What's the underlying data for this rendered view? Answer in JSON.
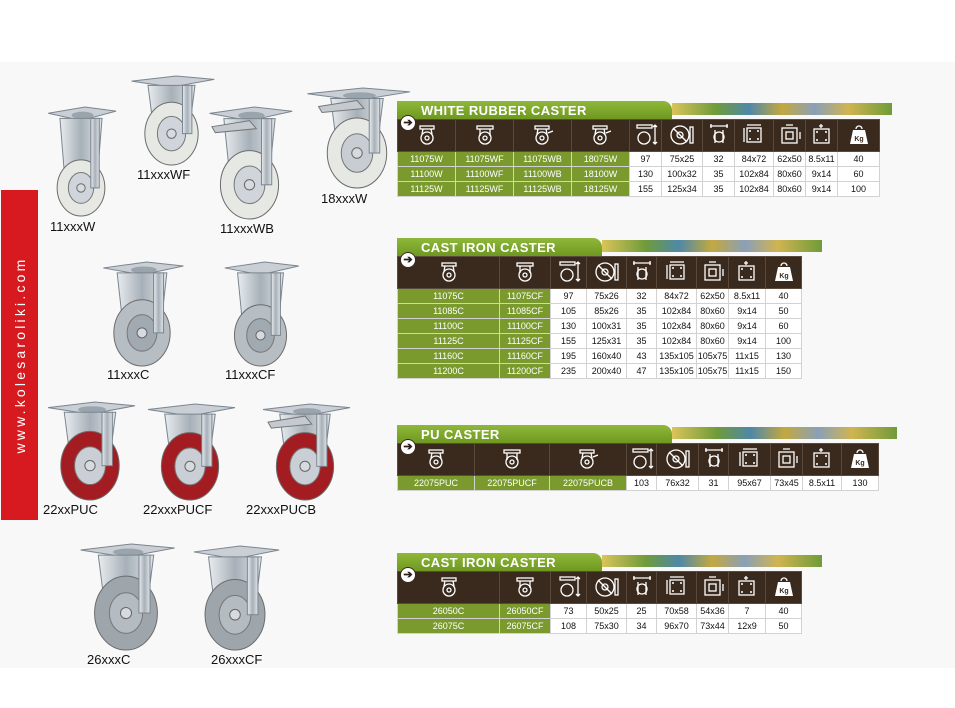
{
  "website": "www.kolesaroliki.com",
  "colors": {
    "accent_red": "#d71a20",
    "header_brown": "#3a2a1e",
    "model_green": "#7a9a2e",
    "title_green": "#8fb83a"
  },
  "products": [
    {
      "label": "11xxxW"
    },
    {
      "label": "11xxxWF"
    },
    {
      "label": "11xxxWB"
    },
    {
      "label": "18xxxW"
    },
    {
      "label": "11xxxC"
    },
    {
      "label": "11xxxCF"
    },
    {
      "label": "22xxPUC"
    },
    {
      "label": "22xxxPUCF"
    },
    {
      "label": "22xxxPUCB"
    },
    {
      "label": "26xxxC"
    },
    {
      "label": "26xxxCF"
    }
  ],
  "header_icons": [
    "swivel-caster-icon",
    "fixed-caster-icon",
    "brake-caster-icon",
    "wheel-diameter-icon",
    "wheel-width-icon",
    "height-icon",
    "plate-size-icon",
    "hole-spacing-icon",
    "bolt-hole-icon",
    "load-capacity-icon"
  ],
  "load_unit": "Kg",
  "tables": [
    {
      "title": "WHITE RUBBER CASTER",
      "model_cols": 4,
      "rows": [
        [
          "11075W",
          "11075WF",
          "11075WB",
          "18075W",
          "97",
          "75x25",
          "32",
          "84x72",
          "62x50",
          "8.5x11",
          "40"
        ],
        [
          "11100W",
          "11100WF",
          "11100WB",
          "18100W",
          "130",
          "100x32",
          "35",
          "102x84",
          "80x60",
          "9x14",
          "60"
        ],
        [
          "11125W",
          "11125WF",
          "11125WB",
          "18125W",
          "155",
          "125x34",
          "35",
          "102x84",
          "80x60",
          "9x14",
          "100"
        ]
      ]
    },
    {
      "title": "CAST IRON CASTER",
      "model_cols": 2,
      "rows": [
        [
          "11075C",
          "11075CF",
          "97",
          "75x26",
          "32",
          "84x72",
          "62x50",
          "8.5x11",
          "40"
        ],
        [
          "11085C",
          "11085CF",
          "105",
          "85x26",
          "35",
          "102x84",
          "80x60",
          "9x14",
          "50"
        ],
        [
          "11100C",
          "11100CF",
          "130",
          "100x31",
          "35",
          "102x84",
          "80x60",
          "9x14",
          "60"
        ],
        [
          "11125C",
          "11125CF",
          "155",
          "125x31",
          "35",
          "102x84",
          "80x60",
          "9x14",
          "100"
        ],
        [
          "11160C",
          "11160CF",
          "195",
          "160x40",
          "43",
          "135x105",
          "105x75",
          "11x15",
          "130"
        ],
        [
          "11200C",
          "11200CF",
          "235",
          "200x40",
          "47",
          "135x105",
          "105x75",
          "11x15",
          "150"
        ]
      ]
    },
    {
      "title": "PU CASTER",
      "model_cols": 3,
      "rows": [
        [
          "22075PUC",
          "22075PUCF",
          "22075PUCB",
          "103",
          "76x32",
          "31",
          "95x67",
          "73x45",
          "8.5x11",
          "130"
        ]
      ]
    },
    {
      "title": "CAST IRON CASTER",
      "model_cols": 2,
      "rows": [
        [
          "26050C",
          "26050CF",
          "73",
          "50x25",
          "25",
          "70x58",
          "54x36",
          "7",
          "40"
        ],
        [
          "26075C",
          "26075CF",
          "108",
          "75x30",
          "34",
          "96x70",
          "73x44",
          "12x9",
          "50"
        ]
      ]
    }
  ]
}
